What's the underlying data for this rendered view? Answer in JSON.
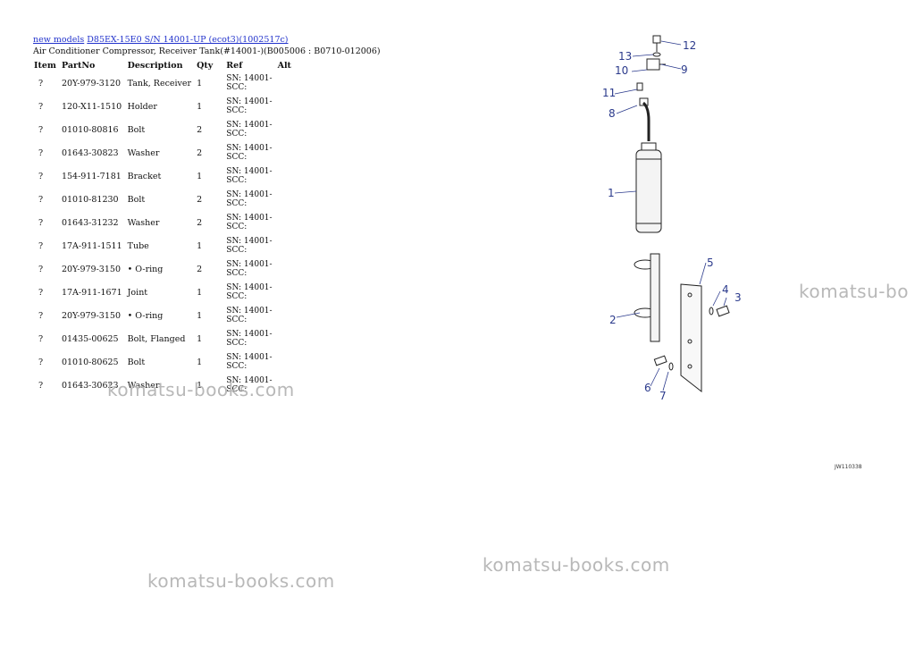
{
  "header": {
    "link1": "new models",
    "link2": "D85EX-15E0 S/N 14001-UP (ecot3)(1002517c)",
    "subtitle": "Air Conditioner Compressor, Receiver Tank(#14001-)(B005006 : B0710-012006)"
  },
  "table": {
    "columns": [
      "Item",
      "PartNo",
      "Description",
      "Qty",
      "Ref",
      "Alt"
    ],
    "rows": [
      {
        "item": "?",
        "part": "20Y-979-3120",
        "desc": "Tank, Receiver",
        "qty": "1",
        "ref1": "SN: 14001-",
        "ref2": "SCC:"
      },
      {
        "item": "?",
        "part": "120-X11-1510",
        "desc": "Holder",
        "qty": "1",
        "ref1": "SN: 14001-",
        "ref2": "SCC:"
      },
      {
        "item": "?",
        "part": "01010-80816",
        "desc": "Bolt",
        "qty": "2",
        "ref1": "SN: 14001-",
        "ref2": "SCC:"
      },
      {
        "item": "?",
        "part": "01643-30823",
        "desc": "Washer",
        "qty": "2",
        "ref1": "SN: 14001-",
        "ref2": "SCC:"
      },
      {
        "item": "?",
        "part": "154-911-7181",
        "desc": "Bracket",
        "qty": "1",
        "ref1": "SN: 14001-",
        "ref2": "SCC:"
      },
      {
        "item": "?",
        "part": "01010-81230",
        "desc": "Bolt",
        "qty": "2",
        "ref1": "SN: 14001-",
        "ref2": "SCC:"
      },
      {
        "item": "?",
        "part": "01643-31232",
        "desc": "Washer",
        "qty": "2",
        "ref1": "SN: 14001-",
        "ref2": "SCC:"
      },
      {
        "item": "?",
        "part": "17A-911-1511",
        "desc": "Tube",
        "qty": "1",
        "ref1": "SN: 14001-",
        "ref2": "SCC:"
      },
      {
        "item": "?",
        "part": "20Y-979-3150",
        "desc": "• O-ring",
        "qty": "2",
        "ref1": "SN: 14001-",
        "ref2": "SCC:"
      },
      {
        "item": "?",
        "part": "17A-911-1671",
        "desc": "Joint",
        "qty": "1",
        "ref1": "SN: 14001-",
        "ref2": "SCC:"
      },
      {
        "item": "?",
        "part": "20Y-979-3150",
        "desc": "• O-ring",
        "qty": "1",
        "ref1": "SN: 14001-",
        "ref2": "SCC:"
      },
      {
        "item": "?",
        "part": "01435-00625",
        "desc": "Bolt, Flanged",
        "qty": "1",
        "ref1": "SN: 14001-",
        "ref2": "SCC:"
      },
      {
        "item": "?",
        "part": "01010-80625",
        "desc": "Bolt",
        "qty": "1",
        "ref1": "SN: 14001-",
        "ref2": "SCC:"
      },
      {
        "item": "?",
        "part": "01643-30623",
        "desc": "Washer",
        "qty": "1",
        "ref1": "SN: 14001-",
        "ref2": "SCC:"
      }
    ]
  },
  "diagram": {
    "callouts": [
      "1",
      "2",
      "3",
      "4",
      "5",
      "6",
      "7",
      "8",
      "9",
      "10",
      "11",
      "12",
      "13"
    ],
    "code": "JW110338",
    "line_color": "#2b3a8c"
  },
  "watermarks": [
    "komatsu-books.com",
    "komatsu-bo",
    "komatsu-books.com",
    "komatsu-books.com"
  ]
}
